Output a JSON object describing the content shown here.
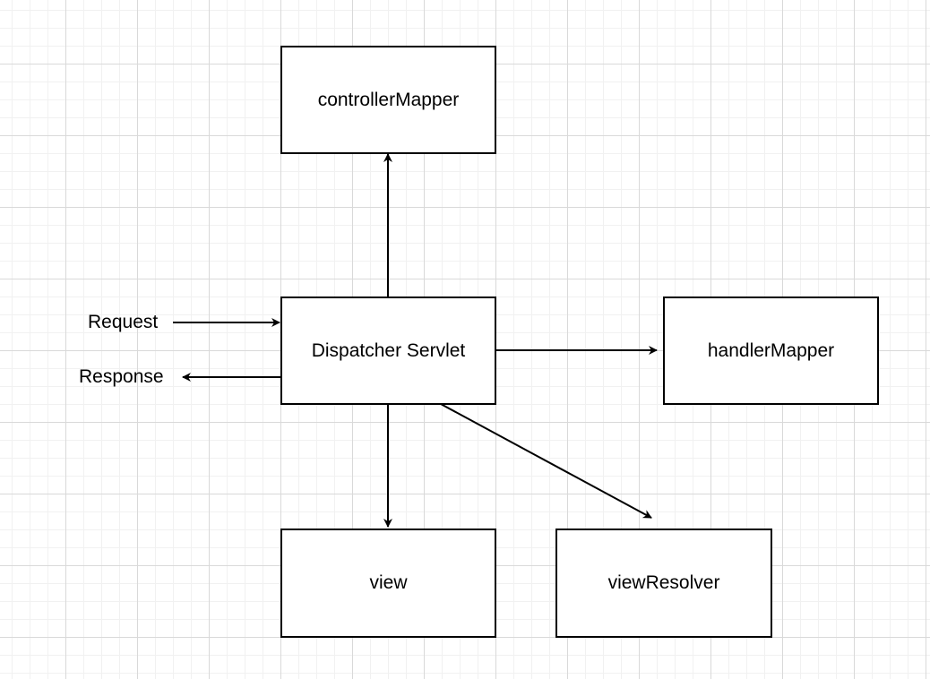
{
  "nodes": {
    "controller_mapper": "controllerMapper",
    "dispatcher_servlet": "Dispatcher Servlet",
    "handler_mapper": "handlerMapper",
    "view": "view",
    "view_resolver": "viewResolver"
  },
  "labels": {
    "request": "Request",
    "response": "Response"
  },
  "colors": {
    "stroke": "#000000",
    "background": "#ffffff",
    "grid": "#d9d9d9"
  }
}
